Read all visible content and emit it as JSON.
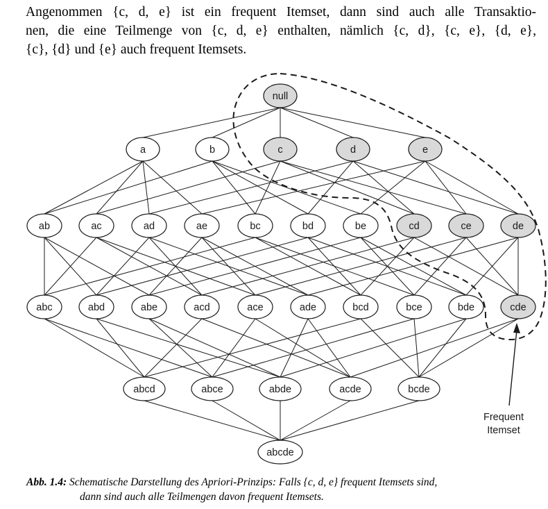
{
  "paragraph": {
    "lines": [
      "Angenommen {c, d, e} ist ein frequent Itemset, dann sind auch alle Transaktio-",
      "nen, die eine Teilmenge von {c, d, e} enthalten, nämlich {c, d}, {c, e}, {d, e},",
      "{c}, {d} und {e} auch frequent Itemsets."
    ]
  },
  "figure": {
    "nodes": {
      "null": {
        "label": "null",
        "frequent": true
      },
      "a": {
        "label": "a",
        "frequent": false
      },
      "b": {
        "label": "b",
        "frequent": false
      },
      "c": {
        "label": "c",
        "frequent": true
      },
      "d": {
        "label": "d",
        "frequent": true
      },
      "e": {
        "label": "e",
        "frequent": true
      },
      "ab": {
        "label": "ab",
        "frequent": false
      },
      "ac": {
        "label": "ac",
        "frequent": false
      },
      "ad": {
        "label": "ad",
        "frequent": false
      },
      "ae": {
        "label": "ae",
        "frequent": false
      },
      "bc": {
        "label": "bc",
        "frequent": false
      },
      "bd": {
        "label": "bd",
        "frequent": false
      },
      "be": {
        "label": "be",
        "frequent": false
      },
      "cd": {
        "label": "cd",
        "frequent": true
      },
      "ce": {
        "label": "ce",
        "frequent": true
      },
      "de": {
        "label": "de",
        "frequent": true
      },
      "abc": {
        "label": "abc",
        "frequent": false
      },
      "abd": {
        "label": "abd",
        "frequent": false
      },
      "abe": {
        "label": "abe",
        "frequent": false
      },
      "acd": {
        "label": "acd",
        "frequent": false
      },
      "ace": {
        "label": "ace",
        "frequent": false
      },
      "ade": {
        "label": "ade",
        "frequent": false
      },
      "bcd": {
        "label": "bcd",
        "frequent": false
      },
      "bce": {
        "label": "bce",
        "frequent": false
      },
      "bde": {
        "label": "bde",
        "frequent": false
      },
      "cde": {
        "label": "cde",
        "frequent": true
      },
      "abcd": {
        "label": "abcd",
        "frequent": false
      },
      "abce": {
        "label": "abce",
        "frequent": false
      },
      "abde": {
        "label": "abde",
        "frequent": false
      },
      "acde": {
        "label": "acde",
        "frequent": false
      },
      "bcde": {
        "label": "bcde",
        "frequent": false
      },
      "abcde": {
        "label": "abcde",
        "frequent": false
      }
    },
    "annotation": {
      "line1": "Frequent",
      "line2": "Itemset"
    },
    "colors": {
      "frequent_fill": "#d9d9d9",
      "normal_fill": "#ffffff",
      "stroke": "#1a1a1a"
    }
  },
  "caption": {
    "prefix": "Abb. 1.4:",
    "line1": "Schematische Darstellung des Apriori-Prinzips: Falls {c, d, e} frequent Itemsets sind,",
    "line2": "dann sind auch alle Teilmengen davon frequent Itemsets."
  }
}
